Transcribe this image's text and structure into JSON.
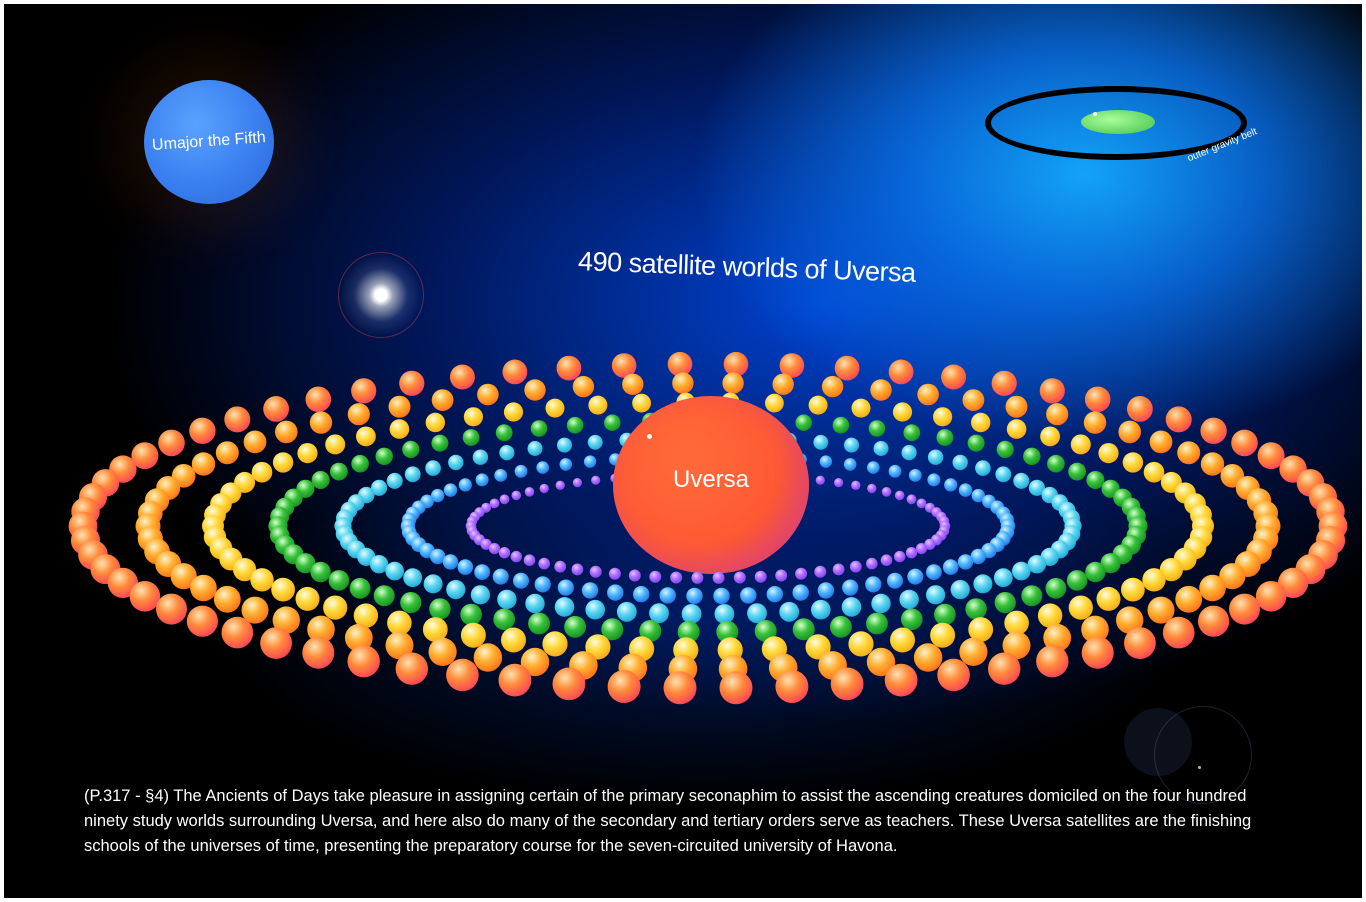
{
  "labels": {
    "umajor": "Umajor the Fifth",
    "gravity_belt": "outer gravity belt",
    "satellites_title": "490 satellite worlds of Uversa",
    "uversa": "Uversa"
  },
  "caption": "(P.317 - §4) The Ancients of Days take pleasure in assigning certain of the primary seconaphim to assist the ascending creatures domiciled on the four hundred ninety study worlds surrounding Uversa, and here also do many of the secondary and tertiary orders serve as teachers. These Uversa satellites are the finishing schools of the universes of time, presenting the preparatory course for the seven-circuited university of Havona.",
  "rings": [
    {
      "name": "violet",
      "colors": [
        "#e7c4ff",
        "#b070ff",
        "#7a3cf0"
      ]
    },
    {
      "name": "blue",
      "colors": [
        "#d8f2ff",
        "#4fb8ff",
        "#1d6fe0"
      ]
    },
    {
      "name": "cyan",
      "colors": [
        "#e6fbff",
        "#5ad6f0",
        "#1aa3d6"
      ]
    },
    {
      "name": "green",
      "colors": [
        "#d8ffd0",
        "#38c23a",
        "#138a22"
      ]
    },
    {
      "name": "yellow",
      "colors": [
        "#fffbe0",
        "#ffd93a",
        "#f5a514"
      ]
    },
    {
      "name": "orange",
      "colors": [
        "#fff0c8",
        "#ffae2e",
        "#ff6a1a"
      ]
    },
    {
      "name": "red-orange",
      "colors": [
        "#ffe2b0",
        "#ff8a3a",
        "#ff3d5a"
      ]
    }
  ]
}
